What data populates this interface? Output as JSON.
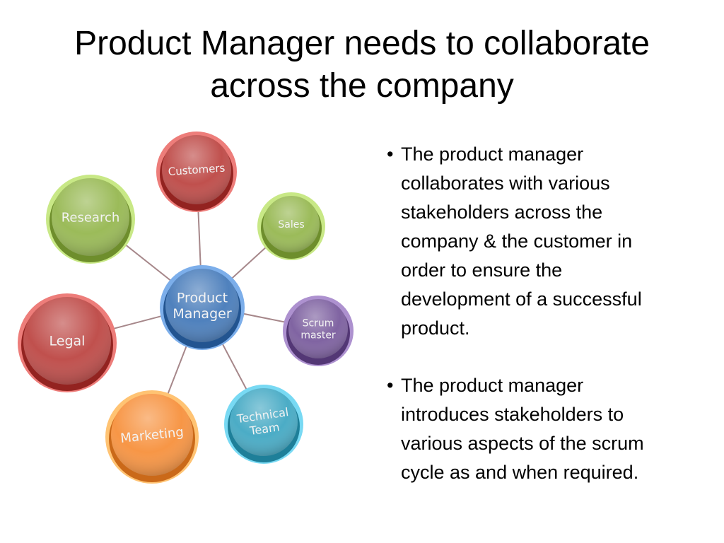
{
  "slide": {
    "title_line1": "Product Manager needs to collaborate",
    "title_line2": "across the company"
  },
  "diagram": {
    "center": {
      "label_lines": [
        "Product",
        "Manager"
      ],
      "color": "#4f81bd"
    },
    "nodes": [
      {
        "label_lines": [
          "Customers"
        ],
        "color": "#c0504d"
      },
      {
        "label_lines": [
          "Research"
        ],
        "color": "#9bbb59"
      },
      {
        "label_lines": [
          "Sales"
        ],
        "color": "#9bbb59"
      },
      {
        "label_lines": [
          "Legal"
        ],
        "color": "#c0504d"
      },
      {
        "label_lines": [
          "Scrum",
          "master"
        ],
        "color": "#8064a2"
      },
      {
        "label_lines": [
          "Marketing"
        ],
        "color": "#f79646"
      },
      {
        "label_lines": [
          "Technical",
          "Team"
        ],
        "color": "#4bacc6"
      }
    ]
  },
  "bullets": [
    {
      "bullet": "•",
      "lines": [
        "The product manager",
        "collaborates with various",
        "stakeholders across the",
        "company & the customer in",
        "order to ensure the",
        "development of a successful",
        "product."
      ]
    },
    {
      "bullet": "•",
      "lines": [
        "The product manager",
        "introduces stakeholders to",
        "various aspects of the scrum",
        "cycle as and when required."
      ]
    }
  ]
}
